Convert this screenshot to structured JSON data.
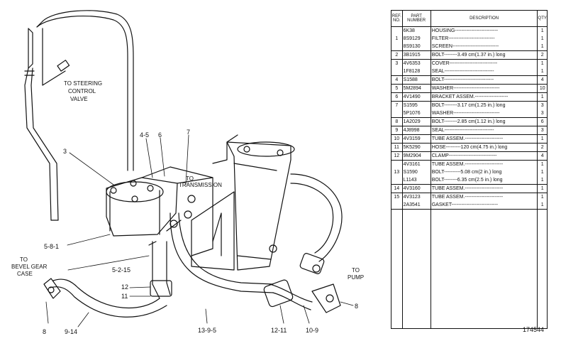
{
  "diagram": {
    "callouts": {
      "to_steering_1": "TO STEERING",
      "to_steering_2": "CONTROL",
      "to_steering_3": "VALVE",
      "to_transmission_1": "TO",
      "to_transmission_2": "TRANSMISSION",
      "to_bevel_1": "TO",
      "to_bevel_2": "BEVEL GEAR",
      "to_bevel_3": "CASE",
      "to_pump_1": "TO",
      "to_pump_2": "PUMP"
    },
    "refs": {
      "r3": "3",
      "r45": "4-5",
      "r6": "6",
      "r7": "7",
      "r581": "5-8-1",
      "r5215": "5-2-15",
      "r12": "12",
      "r11": "11",
      "r8a": "8",
      "r914": "9-14",
      "r1395": "13-9-5",
      "r1211": "12-11",
      "r109": "10-9",
      "r8b": "8"
    }
  },
  "table": {
    "headers": {
      "ref": "REF. NO.",
      "part": "PART NUMBER",
      "desc": "DESCRIPTION",
      "qty": "QTY"
    },
    "rows": [
      {
        "ref": "",
        "part": "6K38",
        "desc": "HOUSING--------------------------",
        "qty": "1",
        "line": false
      },
      {
        "ref": "1",
        "part": "8S9129",
        "desc": "FILTER----------------------------",
        "qty": "1",
        "line": false
      },
      {
        "ref": "",
        "part": "8S9130",
        "desc": "SCREEN----------------------------",
        "qty": "1",
        "line": false
      },
      {
        "ref": "2",
        "part": "3B1915",
        "desc": "BOLT--------3.49 cm(1.37 in.) long",
        "qty": "2",
        "line": true
      },
      {
        "ref": "3",
        "part": "4V6353",
        "desc": "COVER-----------------------------",
        "qty": "1",
        "line": true
      },
      {
        "ref": "",
        "part": "1F8128",
        "desc": "SEAL------------------------------",
        "qty": "1",
        "line": false
      },
      {
        "ref": "4",
        "part": "S1588",
        "desc": "BOLT------------------------------",
        "qty": "4",
        "line": true
      },
      {
        "ref": "5",
        "part": "5M2894",
        "desc": "WASHER----------------------------",
        "qty": "10",
        "line": true
      },
      {
        "ref": "6",
        "part": "4V1490",
        "desc": "BRACKET ASSEM.--------------------",
        "qty": "1",
        "line": true
      },
      {
        "ref": "7",
        "part": "S1595",
        "desc": "BOLT--------3.17 cm(1.25 in.) long",
        "qty": "3",
        "line": true
      },
      {
        "ref": "",
        "part": "5P1076",
        "desc": "WASHER----------------------------",
        "qty": "3",
        "line": false
      },
      {
        "ref": "8",
        "part": "1A2029",
        "desc": "BOLT--------2.85 cm(1.12 in.) long",
        "qty": "6",
        "line": true
      },
      {
        "ref": "9",
        "part": "4J8998",
        "desc": "SEAL------------------------------",
        "qty": "3",
        "line": true
      },
      {
        "ref": "10",
        "part": "4V3159",
        "desc": "TUBE ASSEM.-----------------------",
        "qty": "1",
        "line": true
      },
      {
        "ref": "11",
        "part": "5K5290",
        "desc": "HOSE---------120 cm(4.75 in.) long",
        "qty": "2",
        "line": true
      },
      {
        "ref": "12",
        "part": "9M2904",
        "desc": "CLAMP-----------------------------",
        "qty": "4",
        "line": true
      },
      {
        "ref": "",
        "part": "4V3161",
        "desc": "TUBE ASSEM.-----------------------",
        "qty": "1",
        "line": true
      },
      {
        "ref": "13",
        "part": "S1590",
        "desc": "BOLT----------5.08 cm(2 in.) long",
        "qty": "1",
        "line": false
      },
      {
        "ref": "",
        "part": "L1143",
        "desc": "BOLT--------6.35 cm(2.5 in.) long",
        "qty": "1",
        "line": false
      },
      {
        "ref": "14",
        "part": "4V3160",
        "desc": "TUBE ASSEM.-----------------------",
        "qty": "1",
        "line": true
      },
      {
        "ref": "15",
        "part": "4V3123",
        "desc": "TUBE ASSEM.-----------------------",
        "qty": "1",
        "line": true
      },
      {
        "ref": "",
        "part": "2A3541",
        "desc": "GASKET----------------------------",
        "qty": "1",
        "line": false
      }
    ]
  },
  "drawing_number": "174544"
}
